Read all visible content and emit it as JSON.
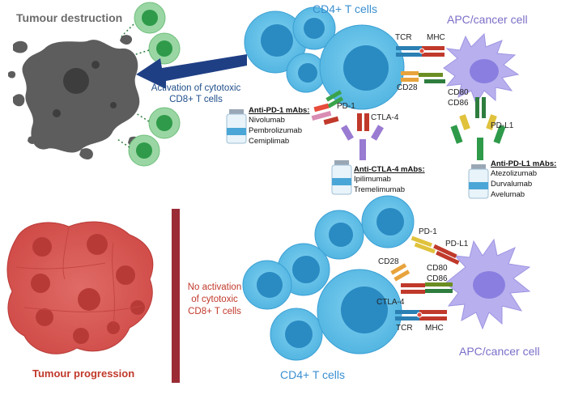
{
  "top": {
    "tumour_destruction": "Tumour destruction",
    "cd4_title": "CD4+ T cells",
    "apc_title": "APC/cancer cell",
    "arrow_label_1": "Activation of cytotoxic",
    "arrow_label_2": "CD8+ T cells",
    "receptors": {
      "tcr": "TCR",
      "mhc": "MHC",
      "cd28": "CD28",
      "cd80": "CD80",
      "cd86": "CD86",
      "pd1": "PD-1",
      "ctla4": "CTLA-4",
      "pdl1": "PD-L1"
    },
    "drug_pd1": {
      "title": "Anti-PD-1 mAbs:",
      "items": [
        "Nivolumab",
        "Pembrolizumab",
        "Cemiplimab"
      ]
    },
    "drug_ctla4": {
      "title": "Anti-CTLA-4 mAbs:",
      "items": [
        "Ipilimumab",
        "Tremelimumab"
      ]
    },
    "drug_pdl1": {
      "title": "Anti-PD-L1 mAbs:",
      "items": [
        "Atezolizumab",
        "Durvalumab",
        "Avelumab"
      ]
    }
  },
  "bottom": {
    "tumour_progression": "Tumour progression",
    "no_activation_1": "No activation",
    "no_activation_2": "of cytotoxic",
    "no_activation_3": "CD8+ T cells",
    "cd4_title": "CD4+ T cells",
    "apc_title": "APC/cancer cell",
    "receptors": {
      "pd1": "PD-1",
      "pdl1": "PD-L1",
      "cd28": "CD28",
      "cd80": "CD80",
      "cd86": "CD86",
      "ctla4": "CTLA-4",
      "tcr": "TCR",
      "mhc": "MHC"
    }
  },
  "colors": {
    "tcell_fill": "#6ec3e8",
    "tcell_nucleus": "#2a8ac2",
    "tcell_edge": "#3a9fd4",
    "apc_fill": "#b8b0ee",
    "apc_nucleus": "#8a7fe0",
    "cd8_fill": "#9ad6a3",
    "cd8_nucleus": "#2e9a4a",
    "tumour_gray": "#5d5d5d",
    "tumour_red": "#d9534f",
    "arrow_navy": "#1f3f85",
    "divider": "#9b2c35"
  }
}
